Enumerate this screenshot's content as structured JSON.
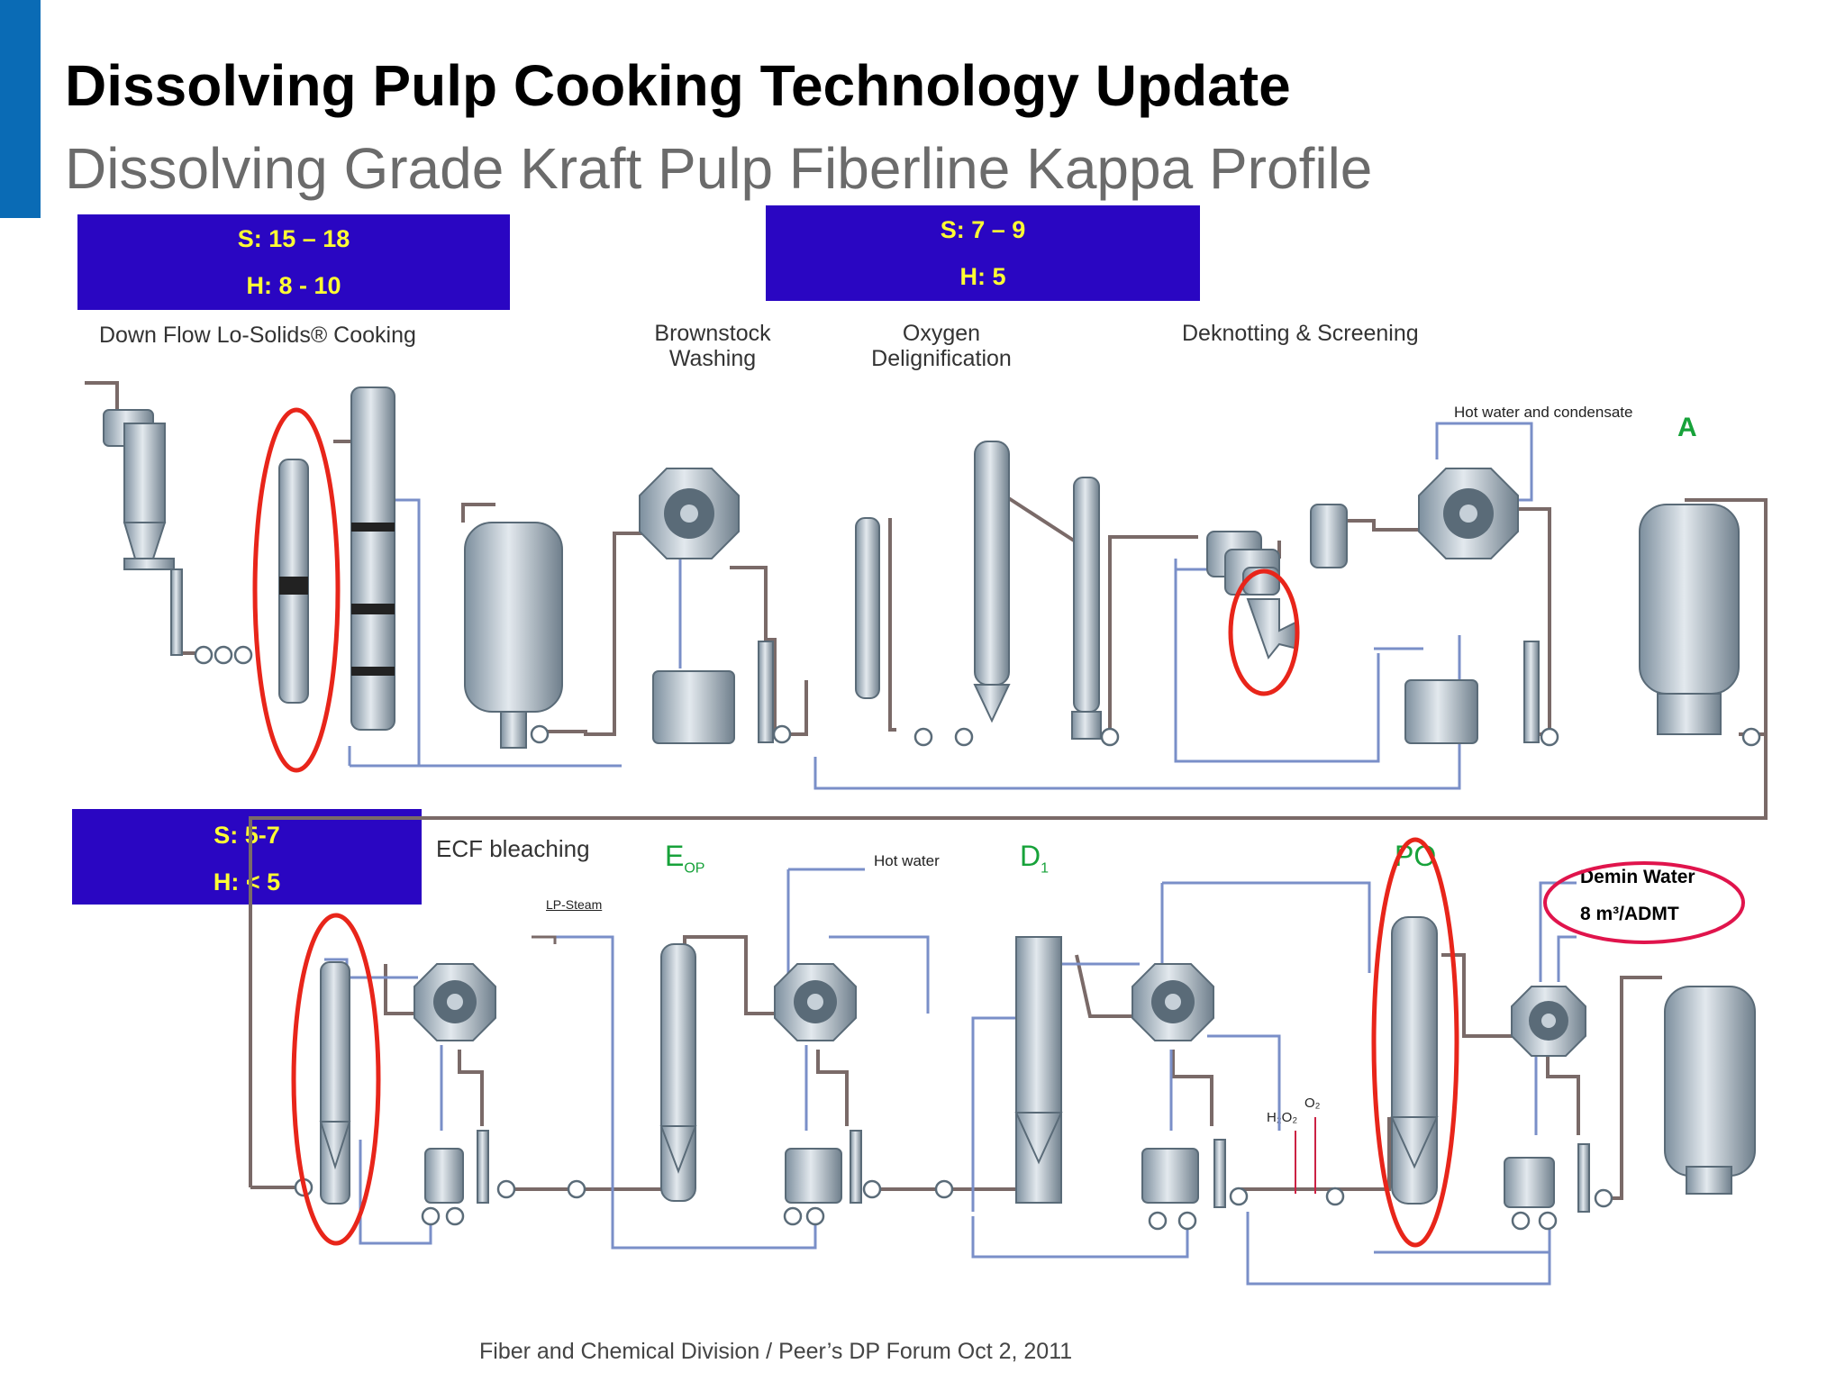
{
  "header": {
    "title": "Dissolving Pulp Cooking Technology Update",
    "subtitle": "Dissolving Grade Kraft Pulp Fiberline Kappa Profile",
    "accent_color": "#0a6bb5"
  },
  "kappa_boxes": [
    {
      "s": "S: 15 – 18",
      "h": "H: 8 - 10"
    },
    {
      "s": "S: 7 – 9",
      "h": "H: 5"
    },
    {
      "s": "S: 5-7",
      "h": "H: < 5"
    }
  ],
  "box_color": "#2a06c2",
  "box_text_color": "#ffff33",
  "sections": {
    "cooking": "Down Flow Lo-Solids® Cooking",
    "washing_line1": "Brownstock",
    "washing_line2": "Washing",
    "oxygen_line1": "Oxygen",
    "oxygen_line2": "Delignification",
    "screening": "Deknotting & Screening",
    "bleaching": "ECF bleaching"
  },
  "stages": {
    "a": "A",
    "eop_main": "E",
    "eop_sub": "OP",
    "d1_main": "D",
    "d1_sub": "1",
    "po": "PO"
  },
  "stage_color": "#17a23a",
  "annotations": {
    "hot_water_condensate": "Hot water and condensate",
    "hot_water": "Hot water",
    "lp_steam": "LP-Steam",
    "h2o2": "H₂O₂",
    "o2": "O₂"
  },
  "demin": {
    "line1": "Demin Water",
    "line2": "8 m³/ADMT"
  },
  "highlight_color": "#e8251a",
  "footer": "Fiber and Chemical Division / Peer’s DP Forum Oct 2, 2011"
}
